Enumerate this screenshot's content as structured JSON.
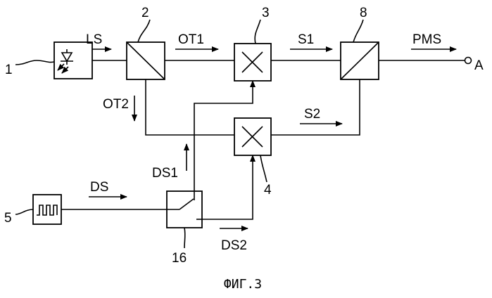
{
  "block_numbers": {
    "laser": "1",
    "splitter": "2",
    "modulator1": "3",
    "modulator2": "4",
    "generator": "5",
    "combiner": "8",
    "switch": "16"
  },
  "signal_labels": {
    "ls": "LS",
    "ot1": "OT1",
    "ot2": "OT2",
    "s1": "S1",
    "s2": "S2",
    "pms": "PMS",
    "ds": "DS",
    "ds1": "DS1",
    "ds2": "DS2",
    "output_port": "A"
  },
  "caption": "ФИГ.3"
}
